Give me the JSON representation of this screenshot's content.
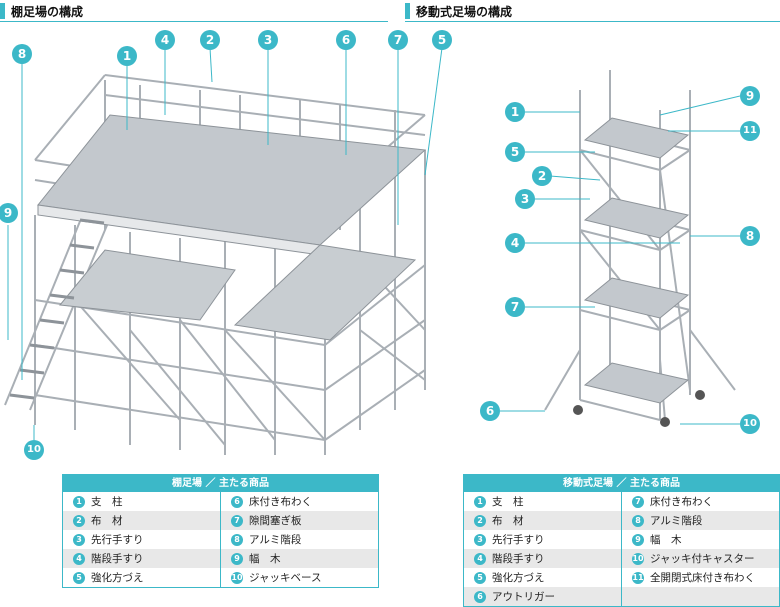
{
  "left": {
    "title": "棚足場の構成",
    "table_title": "棚足場 ／ 主たる商品",
    "callouts": [
      "1",
      "2",
      "3",
      "4",
      "5",
      "6",
      "7",
      "8",
      "9",
      "10"
    ],
    "items_col1": [
      {
        "n": "1",
        "label": "支　柱"
      },
      {
        "n": "2",
        "label": "布　材"
      },
      {
        "n": "3",
        "label": "先行手すり"
      },
      {
        "n": "4",
        "label": "階段手すり"
      },
      {
        "n": "5",
        "label": "強化方づえ"
      }
    ],
    "items_col2": [
      {
        "n": "6",
        "label": "床付き布わく"
      },
      {
        "n": "7",
        "label": "隙間塞ぎ板"
      },
      {
        "n": "8",
        "label": "アルミ階段"
      },
      {
        "n": "9",
        "label": "幅　木"
      },
      {
        "n": "10",
        "label": "ジャッキベース"
      }
    ]
  },
  "right": {
    "title": "移動式足場の構成",
    "table_title": "移動式足場 ／ 主たる商品",
    "callouts": [
      "1",
      "2",
      "3",
      "4",
      "5",
      "6",
      "7",
      "8",
      "9",
      "10",
      "11"
    ],
    "items_col1": [
      {
        "n": "1",
        "label": "支　柱"
      },
      {
        "n": "2",
        "label": "布　材"
      },
      {
        "n": "3",
        "label": "先行手すり"
      },
      {
        "n": "4",
        "label": "階段手すり"
      },
      {
        "n": "5",
        "label": "強化方づえ"
      },
      {
        "n": "6",
        "label": "アウトリガー"
      }
    ],
    "items_col2": [
      {
        "n": "7",
        "label": "床付き布わく"
      },
      {
        "n": "8",
        "label": "アルミ階段"
      },
      {
        "n": "9",
        "label": "幅　木"
      },
      {
        "n": "10",
        "label": "ジャッキ付キャスター"
      },
      {
        "n": "11",
        "label": "全開閉式床付き布わく"
      }
    ]
  },
  "colors": {
    "accent": "#3cb8c8",
    "steel": "#a9afb5",
    "deck": "#c3c8cd"
  }
}
